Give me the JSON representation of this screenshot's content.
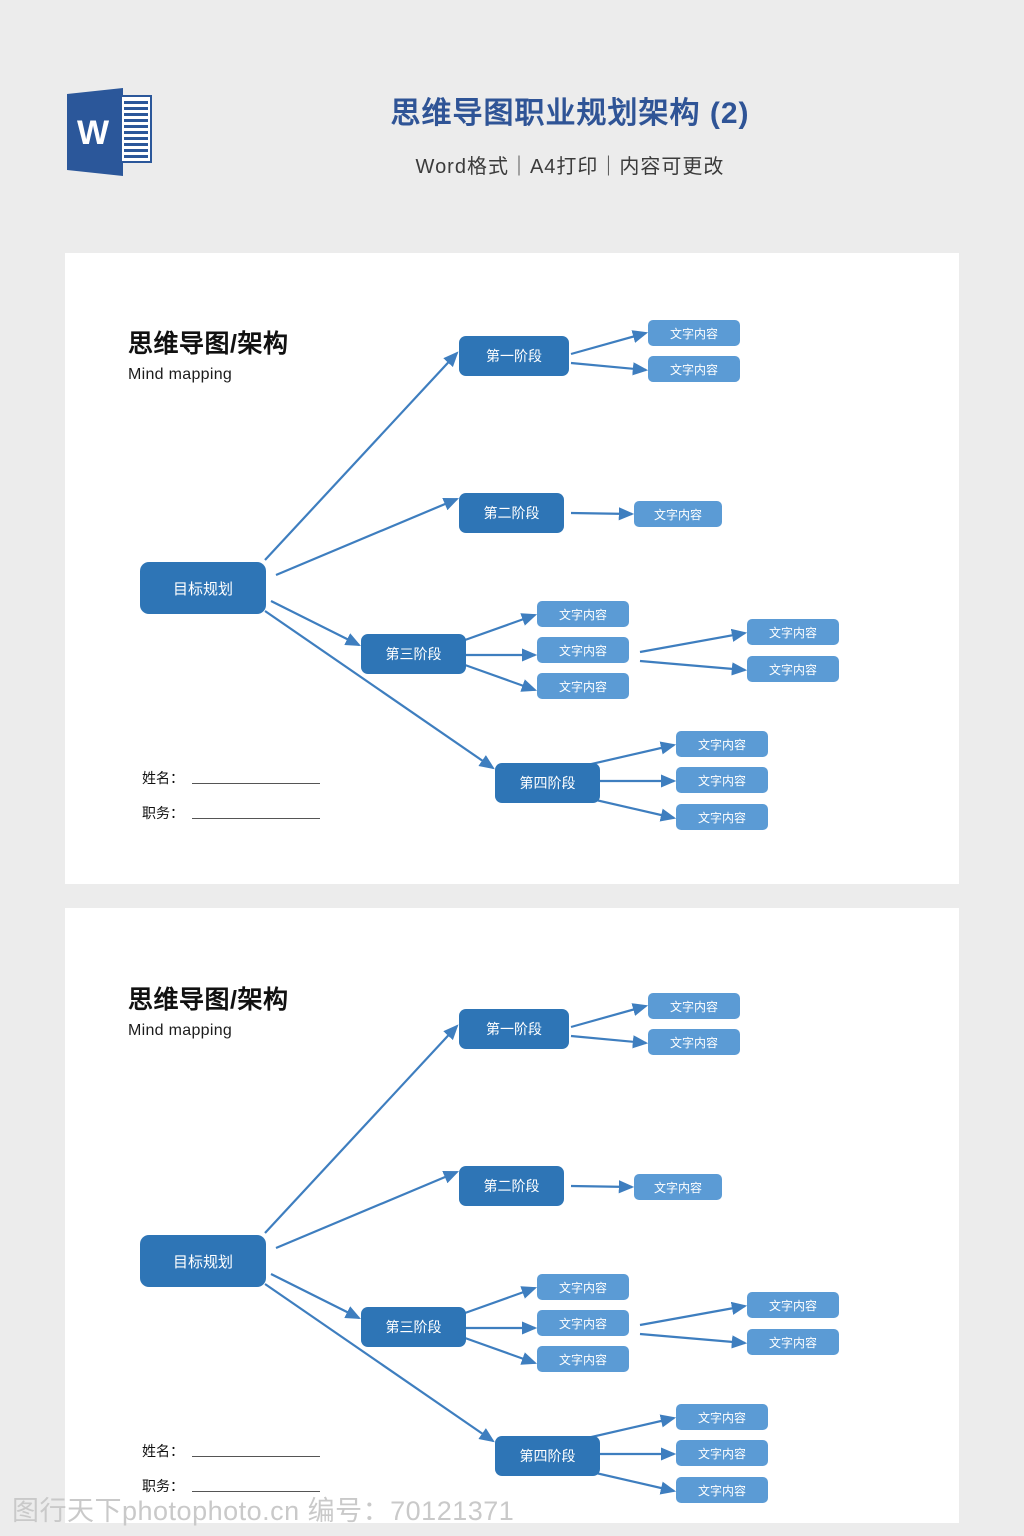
{
  "header": {
    "logo_icon": "word-logo-icon",
    "logo_letter": "W",
    "title": "思维导图职业规划架构 (2)",
    "subtitle": "Word格式｜A4打印｜内容可更改",
    "title_color": "#2f5496"
  },
  "map": {
    "title": "思维导图/架构",
    "subtitle": "Mind mapping",
    "root": "目标规划",
    "stages": [
      {
        "label": "第一阶段",
        "leaves": [
          "文字内容",
          "文字内容"
        ]
      },
      {
        "label": "第二阶段",
        "leaves": [
          "文字内容"
        ]
      },
      {
        "label": "第三阶段",
        "leaves": [
          "文字内容",
          "文字内容",
          "文字内容"
        ],
        "sub_leaves": [
          "文字内容",
          "文字内容"
        ]
      },
      {
        "label": "第四阶段",
        "leaves": [
          "文字内容",
          "文字内容",
          "文字内容"
        ]
      }
    ],
    "form": [
      {
        "label": "姓名：",
        "value": ""
      },
      {
        "label": "职务：",
        "value": ""
      }
    ],
    "colors": {
      "root": "#2e75b6",
      "stage": "#2e75b6",
      "leaf": "#5b9bd5",
      "connector": "#3e7ebf"
    }
  },
  "footer": {
    "watermark": "图行天下photophoto.cn 编号：70121371"
  }
}
